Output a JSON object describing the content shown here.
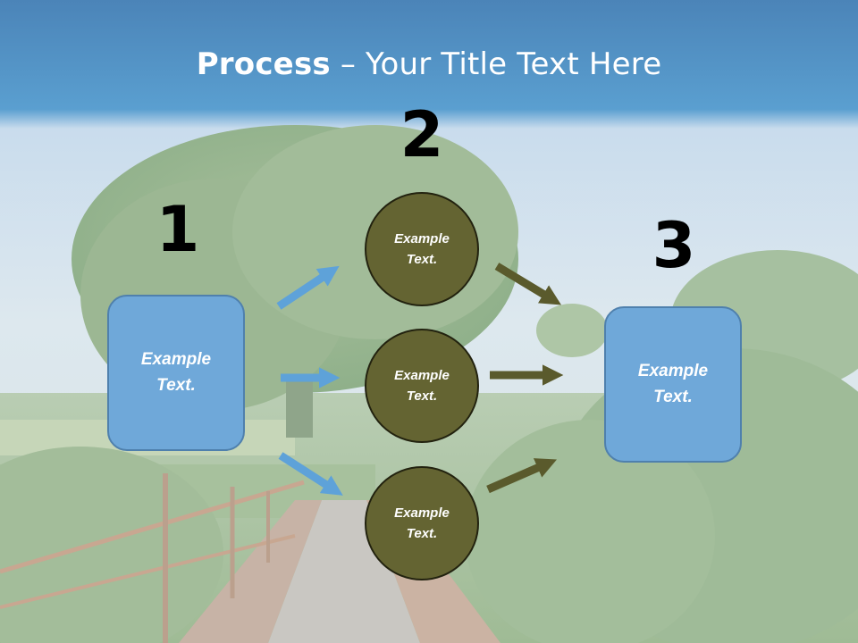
{
  "title": {
    "bold": "Process",
    "rest": " – Your Title Text Here"
  },
  "numbers": [
    "1",
    "2",
    "3"
  ],
  "box_left": {
    "line1": "Example",
    "line2": "Text."
  },
  "box_right": {
    "line1": "Example",
    "line2": "Text."
  },
  "circles": [
    {
      "line1": "Example",
      "line2": "Text."
    },
    {
      "line1": "Example",
      "line2": "Text."
    },
    {
      "line1": "Example",
      "line2": "Text."
    }
  ],
  "colors": {
    "sky_top": "#4a86bd",
    "box_fill": "#6fa8d9",
    "circle_fill": "#646432",
    "arrow_blue": "#5ea2d9",
    "arrow_olive": "#5a5a2c"
  }
}
